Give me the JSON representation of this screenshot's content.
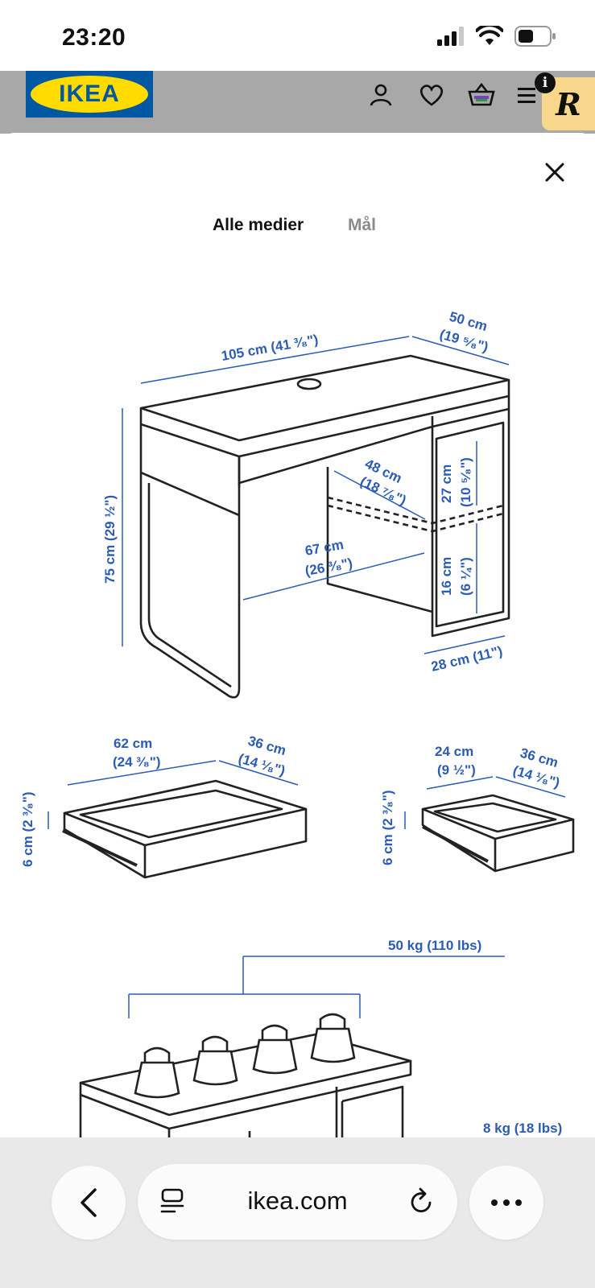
{
  "status_bar": {
    "time": "23:20"
  },
  "header": {
    "logo_text": "IKEA",
    "icons": [
      "account-icon",
      "heart-icon",
      "basket-icon",
      "menu-icon"
    ],
    "badge_letter": "R",
    "info_glyph": "i"
  },
  "sheet": {
    "tabs": [
      {
        "label": "Alle medier",
        "active": true
      },
      {
        "label": "Mål",
        "active": false
      }
    ]
  },
  "dimensions": {
    "desk_width": "105 cm (41 ³⁄₈\")",
    "desk_depth_cm": "50 cm",
    "desk_depth_in": "(19 ⁵⁄₈\")",
    "desk_height": "75 cm (29 ½\")",
    "shelf_depth_cm": "48 cm",
    "shelf_depth_in": "(18 ⁷⁄₈\")",
    "knee_width_cm": "67 cm",
    "knee_width_in": "(26 ³⁄₈\")",
    "upper_compartment_cm": "27 cm",
    "upper_compartment_in": "(10 ⁵⁄₈\")",
    "lower_compartment_cm": "16 cm",
    "lower_compartment_in": "(6 ¼\")",
    "cabinet_width": "28 cm (11\")",
    "large_drawer_width_cm": "62 cm",
    "large_drawer_width_in": "(24 ³⁄₈\")",
    "large_drawer_depth_cm": "36 cm",
    "large_drawer_depth_in": "(14 ¹⁄₈\")",
    "large_drawer_height": "6 cm (2 ³⁄₈\")",
    "small_drawer_width_cm": "24 cm",
    "small_drawer_width_in": "(9 ½\")",
    "small_drawer_depth_cm": "36 cm",
    "small_drawer_depth_in": "(14 ¹⁄₈\")",
    "small_drawer_height": "6 cm (2 ³⁄₈\")",
    "max_load_top": "50 kg (110 lbs)",
    "max_load_drawer": "8 kg (18 lbs)"
  },
  "browser": {
    "url": "ikea.com"
  },
  "colors": {
    "dimension_blue": "#2a5bb5",
    "ikea_blue": "#0058a3",
    "ikea_yellow": "#ffdb00",
    "header_grey": "#a8a8a8"
  }
}
